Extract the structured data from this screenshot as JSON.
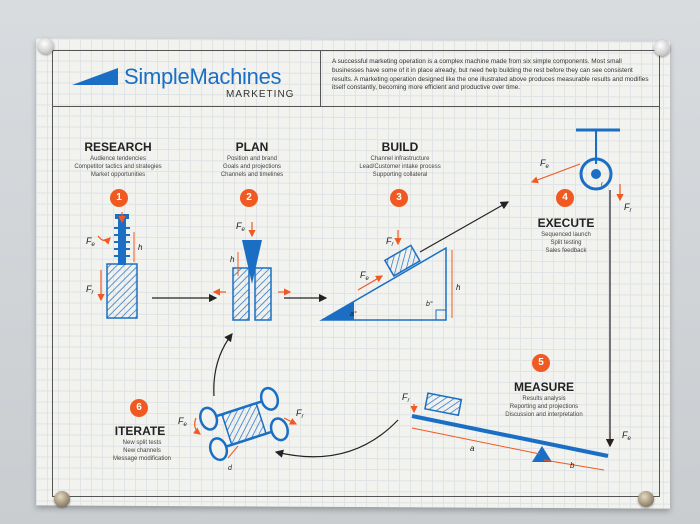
{
  "logo": {
    "name": "SimpleMachines",
    "sub": "MARKETING"
  },
  "intro": "A successful marketing operation is a complex machine made from six simple components. Most small businesses have some of it in place already, but need help building the rest before they can see consistent results. A marketing operation designed like the one illustrated above produces measurable results and modifies itself constantly, becoming more efficient and productive over time.",
  "steps": [
    {
      "num": "1",
      "title": "RESEARCH",
      "lines": [
        "Audience tendencies",
        "Competitor tactics and strategies",
        "Market opportunities"
      ]
    },
    {
      "num": "2",
      "title": "PLAN",
      "lines": [
        "Position and brand",
        "Goals and projections",
        "Channels and timelines"
      ]
    },
    {
      "num": "3",
      "title": "BUILD",
      "lines": [
        "Channel infrastructure",
        "Lead/Customer intake process",
        "Supporting collateral"
      ]
    },
    {
      "num": "4",
      "title": "EXECUTE",
      "lines": [
        "Sequenced launch",
        "Split testing",
        "Sales feedback"
      ]
    },
    {
      "num": "5",
      "title": "MEASURE",
      "lines": [
        "Results analysis",
        "Reporting and projections",
        "Discussion and interpretation"
      ]
    },
    {
      "num": "6",
      "title": "ITERATE",
      "lines": [
        "New split tests",
        "New channels",
        "Message modification"
      ]
    }
  ],
  "labels": {
    "Fe": "F",
    "Fe_sub": "e",
    "Fr": "F",
    "Fr_sub": "r",
    "h": "h",
    "a": "a",
    "b": "b",
    "d": "d",
    "r": "r",
    "alpha": "a°",
    "beta": "b°"
  },
  "colors": {
    "blue": "#1a6fc4",
    "orange": "#f05a22",
    "ink": "#222222"
  }
}
